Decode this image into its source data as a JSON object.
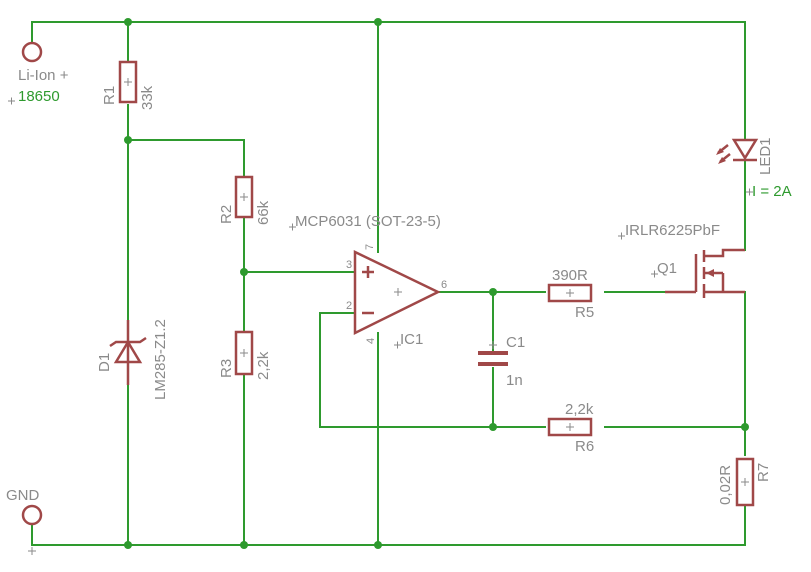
{
  "colors": {
    "wire": "#2e9a2e",
    "part": "#a04848",
    "label": "#8a8a8a"
  },
  "supply": {
    "label": "Li-Ion +",
    "value": "18650"
  },
  "ground": {
    "label": "GND"
  },
  "r1": {
    "name": "R1",
    "value": "33k"
  },
  "r2": {
    "name": "R2",
    "value": "66k"
  },
  "r3": {
    "name": "R3",
    "value": "2,2k"
  },
  "d1": {
    "name": "D1",
    "value": "LM285-Z1.2"
  },
  "ic1": {
    "name": "IC1",
    "value": "MCP6031 (SOT-23-5)",
    "pin_noninv": "3",
    "pin_inv": "2",
    "pin_out": "6",
    "pin_vdd": "7",
    "pin_vss": "4"
  },
  "c1": {
    "name": "C1",
    "value": "1n"
  },
  "r5": {
    "name": "R5",
    "value": "390R"
  },
  "r6": {
    "name": "R6",
    "value": "2,2k"
  },
  "q1": {
    "name": "Q1",
    "value": "IRLR6225PbF"
  },
  "led1": {
    "name": "LED1",
    "value": "I = 2A"
  },
  "r7": {
    "name": "R7",
    "value": "0,02R"
  }
}
